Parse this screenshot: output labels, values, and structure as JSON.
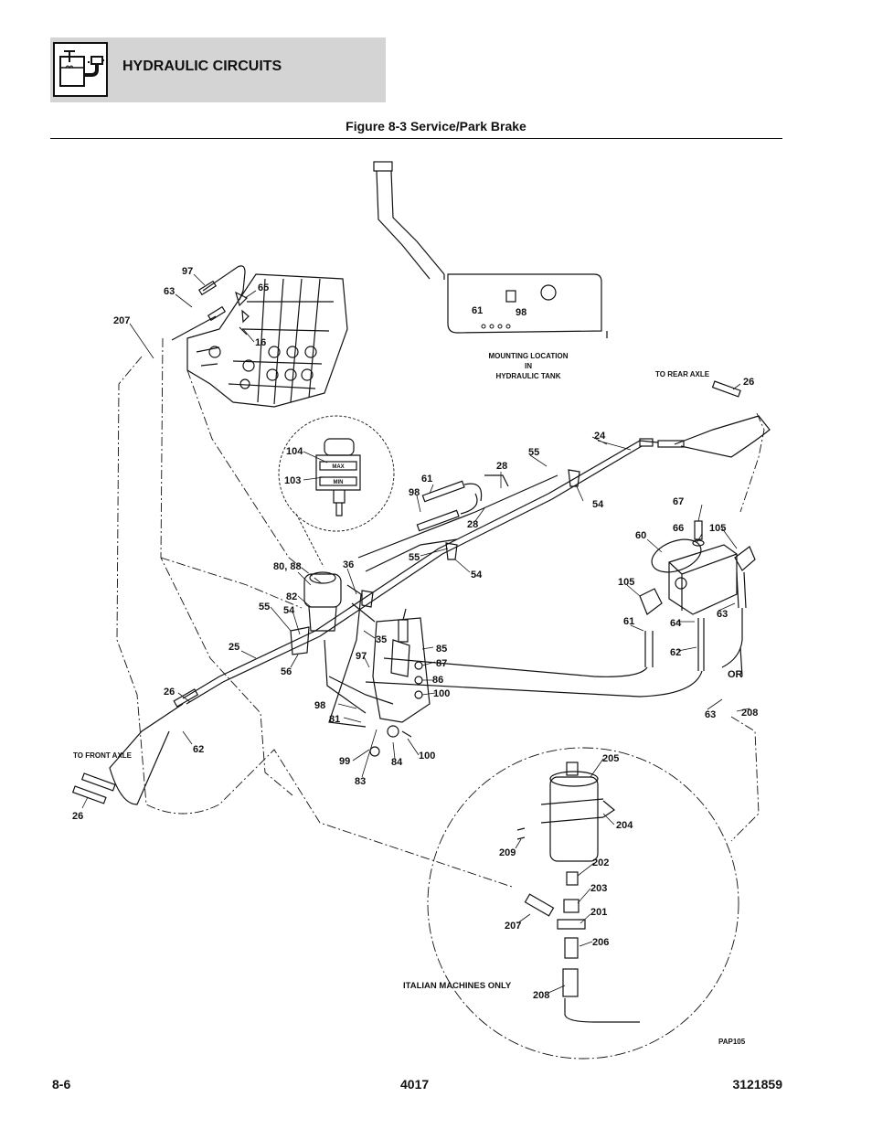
{
  "header": {
    "title": "HYDRAULIC CIRCUITS",
    "icon": "hydraulic-reservoir-icon"
  },
  "figure": {
    "title": "Figure 8-3 Service/Park Brake",
    "code": "PAP105"
  },
  "notes": {
    "tank_line1": "MOUNTING LOCATION",
    "tank_line2": "IN",
    "tank_line3": "HYDRAULIC TANK",
    "to_rear_axle": "TO REAR AXLE",
    "to_front_axle": "TO FRONT AXLE",
    "italian_only": "ITALIAN MACHINES ONLY",
    "or": "OR"
  },
  "sight_gauge": {
    "max": "MAX",
    "min": "MIN"
  },
  "callouts": [
    "97",
    "63",
    "65",
    "207",
    "16",
    "61",
    "98",
    "26",
    "24",
    "55",
    "104",
    "103",
    "28",
    "61",
    "98",
    "28",
    "54",
    "67",
    "66",
    "105",
    "60",
    "55",
    "54",
    "80, 88",
    "36",
    "105",
    "82",
    "55",
    "54",
    "61",
    "64",
    "63",
    "35",
    "85",
    "25",
    "87",
    "62",
    "97",
    "56",
    "86",
    "100",
    "OR",
    "26",
    "98",
    "63",
    "208",
    "81",
    "62",
    "100",
    "99",
    "84",
    "83",
    "205",
    "204",
    "209",
    "202",
    "203",
    "201",
    "207",
    "206",
    "208"
  ],
  "footer": {
    "page": "8-6",
    "model": "4017",
    "doc_number": "3121859"
  }
}
